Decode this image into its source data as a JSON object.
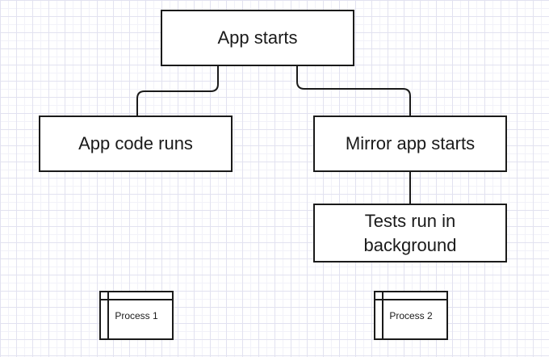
{
  "diagram": {
    "type": "flowchart",
    "nodes": {
      "app_starts": {
        "label": "App starts",
        "shape": "rectangle"
      },
      "app_code_runs": {
        "label": "App code runs",
        "shape": "rectangle"
      },
      "mirror_app_starts": {
        "label": "Mirror app starts",
        "shape": "rectangle"
      },
      "tests_run": {
        "label": "Tests run in background",
        "shape": "rectangle"
      },
      "process_1": {
        "label": "Process 1",
        "shape": "internal-storage"
      },
      "process_2": {
        "label": "Process 2",
        "shape": "internal-storage"
      }
    },
    "edges": [
      {
        "from": "app_starts",
        "to": "app_code_runs",
        "style": "orthogonal-rounded",
        "arrow": "none"
      },
      {
        "from": "app_starts",
        "to": "mirror_app_starts",
        "style": "orthogonal-rounded",
        "arrow": "none"
      },
      {
        "from": "mirror_app_starts",
        "to": "tests_run",
        "style": "straight",
        "arrow": "none"
      }
    ],
    "colors": {
      "node_border": "#1a1a1a",
      "node_fill": "#ffffff",
      "connector": "#1a1a1a",
      "text": "#1a1a1a",
      "background": "#ffffff",
      "grid_minor": "#f2f2f9",
      "grid_major": "#e2e2f0"
    }
  }
}
